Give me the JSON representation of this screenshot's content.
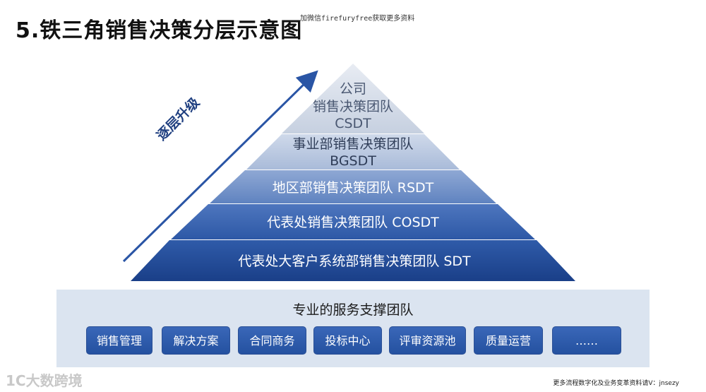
{
  "title": "5.铁三角销售决策分层示意图",
  "watermark_top": "加微信firefuryfree获取更多资料",
  "watermark_bottom": "更多流程数字化及业务变革资料请V：jnsezy",
  "brand": "1C大数跨境",
  "arrow_label": "逐层升级",
  "pyramid": {
    "levels": [
      {
        "lines": [
          "公司",
          "销售决策团队",
          "CSDT"
        ]
      },
      {
        "lines": [
          "事业部销售决策团队",
          "BGSDT"
        ]
      },
      {
        "lines": [
          "地区部销售决策团队 RSDT"
        ]
      },
      {
        "lines": [
          "代表处销售决策团队 COSDT"
        ]
      },
      {
        "lines": [
          "代表处大客户系统部销售决策团队 SDT"
        ]
      }
    ]
  },
  "support": {
    "title": "专业的服务支撑团队",
    "items": [
      "销售管理",
      "解决方案",
      "合同商务",
      "投标中心",
      "评审资源池",
      "质量运营",
      "……"
    ]
  },
  "colors": {
    "pill": "#2a55a5",
    "accent": "#1f3f80"
  }
}
